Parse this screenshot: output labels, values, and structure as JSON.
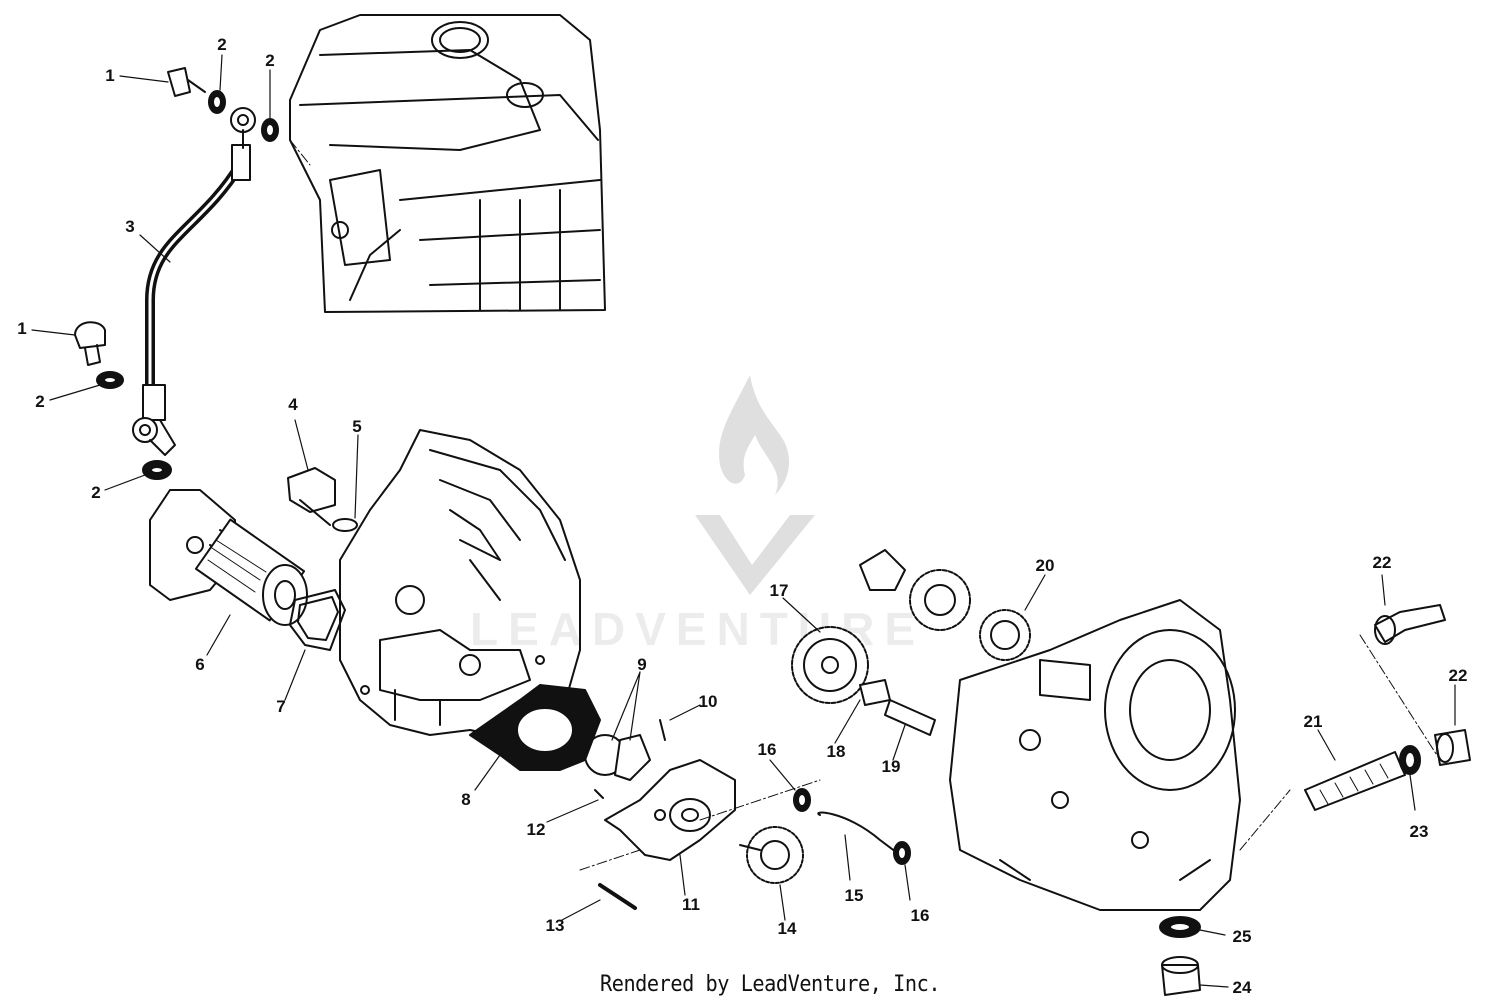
{
  "diagram": {
    "watermark_text": "LEADVENTURE",
    "footer_text": "Rendered by LeadVenture, Inc.",
    "callouts": [
      "1",
      "2",
      "2",
      "3",
      "1",
      "2",
      "2",
      "4",
      "5",
      "6",
      "7",
      "8",
      "9",
      "10",
      "11",
      "12",
      "13",
      "14",
      "15",
      "16",
      "16",
      "17",
      "18",
      "19",
      "20",
      "21",
      "22",
      "22",
      "23",
      "24",
      "25"
    ]
  }
}
